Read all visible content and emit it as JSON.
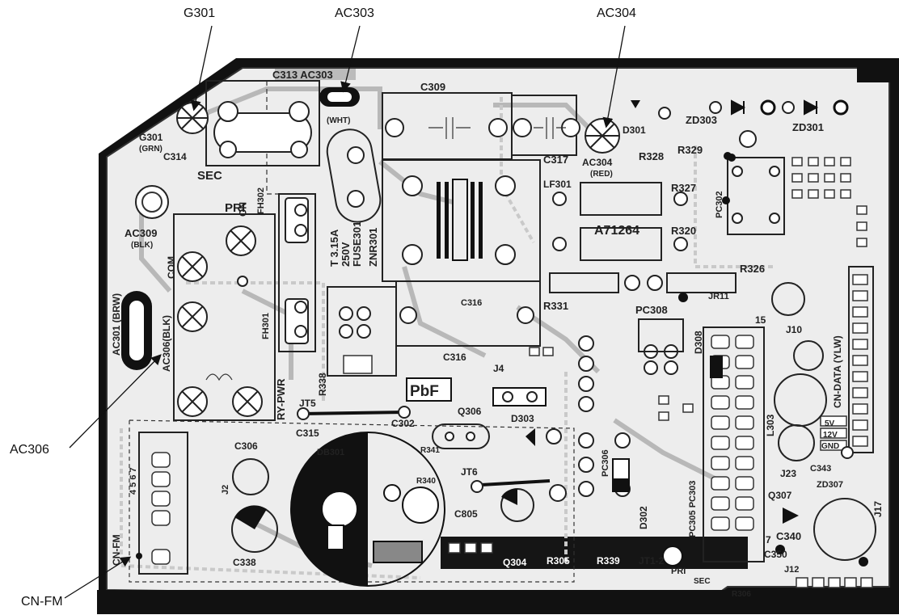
{
  "callouts": {
    "g301": "G301",
    "ac303": "AC303",
    "ac304": "AC304",
    "ac306": "AC306",
    "cnfm": "CN-FM"
  },
  "silkscreen": {
    "c313_ac303": "C313 AC303",
    "c309": "C309",
    "wht": "(WHT)",
    "g301": "G301",
    "grn": "(GRN)",
    "c314": "C314",
    "sec": "SEC",
    "pri": "PRI",
    "fh302": "FH302",
    "no": "NO",
    "ac309": "AC309",
    "blk": "(BLK)",
    "com": "COM",
    "ac301_brw": "AC301 (BRW)",
    "ac306_blk": "AC306(BLK)",
    "fh301": "FH301",
    "fuse_t": "T 3.15A",
    "fuse_v": "250V",
    "fuse301": "FUSE301",
    "znr301": "ZNR301",
    "lf301": "LF301",
    "c317": "C317",
    "ac304": "AC304",
    "red": "(RED)",
    "d301": "D301",
    "r328": "R328",
    "zd303": "ZD303",
    "zd301": "ZD301",
    "r329": "R329",
    "r327": "R327",
    "r320": "R320",
    "r326": "R326",
    "pc302": "PC302",
    "c316a": "C316",
    "c316b": "C316",
    "r331": "R331",
    "pc308": "PC308",
    "d308": "D308",
    "jr11": "JR11",
    "r338": "R338",
    "ry_pwr": "RY-PWR",
    "jt5": "JT5",
    "c315": "C315",
    "pbf": "PbF",
    "c302": "C302",
    "q306": "Q306",
    "d303": "D303",
    "j4": "J4",
    "c306": "C306",
    "db301": "DB301",
    "r341": "R341",
    "r340": "R340",
    "jt6": "JT6",
    "c805": "C805",
    "q304": "Q304",
    "r305": "R305",
    "r339": "R339",
    "jt1_2": "JT1-2",
    "pri2": "PRI",
    "sec2": "SEC",
    "c338": "C338",
    "j2": "J2",
    "cnfm": "CN-FM",
    "pins": "4 5 6 7",
    "pc306": "PC306",
    "pc305": "PC305 PC303",
    "d302": "D302",
    "l303": "L303",
    "j10": "J10",
    "j23": "J23",
    "q307": "Q307",
    "c340": "C340",
    "c350": "C350",
    "j12": "J12",
    "j17": "J17",
    "zd307": "ZD307",
    "c343": "C343",
    "v5": "5V",
    "v12": "12V",
    "gnd": "GND",
    "cn_da": "CN-DATA (YLW)",
    "fifteen": "15",
    "seven": "7",
    "r306": "R306",
    "ic_mark": "A71264"
  }
}
